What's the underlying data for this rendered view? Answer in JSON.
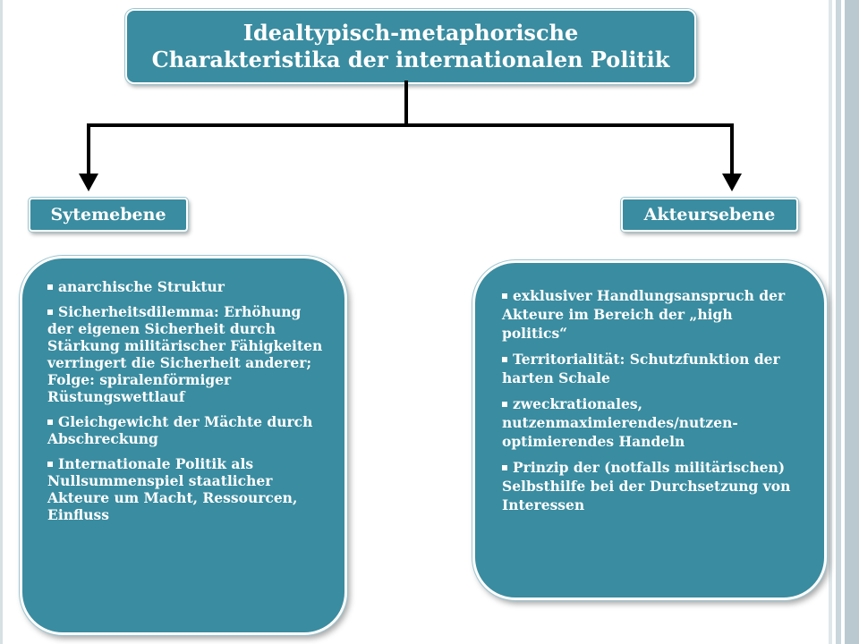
{
  "title": {
    "line1": "Idealtypisch-metaphorische",
    "line2": "Charakteristika der internationalen Politik"
  },
  "levels": {
    "left": "Sytemebene",
    "right": "Akteursebene"
  },
  "left_items": [
    "anarchische Struktur",
    "Sicherheitsdilemma: Erhöhung der eigenen Sicherheit durch Stärkung militärischer Fähigkeiten verringert die Sicherheit anderer; Folge: spiralenförmiger Rüstungswettlauf",
    "Gleichgewicht der Mächte durch Abschreckung",
    "Internationale Politik als Nullsummenspiel staatlicher Akteure um Macht, Ressourcen, Einfluss"
  ],
  "right_items": [
    "exklusiver Handlungsanspruch der Akteure im Bereich der „high politics“",
    "Territorialität: Schutzfunktion der harten Schale",
    "zweckrationales, nutzenmaximierendes/nutzen-optimierendes Handeln",
    "Prinzip der (notfalls militärischen) Selbsthilfe bei der Durchsetzung von Interessen"
  ],
  "colors": {
    "box_fill": "#3a8ca0",
    "text": "#ffffff",
    "connector": "#000000"
  }
}
